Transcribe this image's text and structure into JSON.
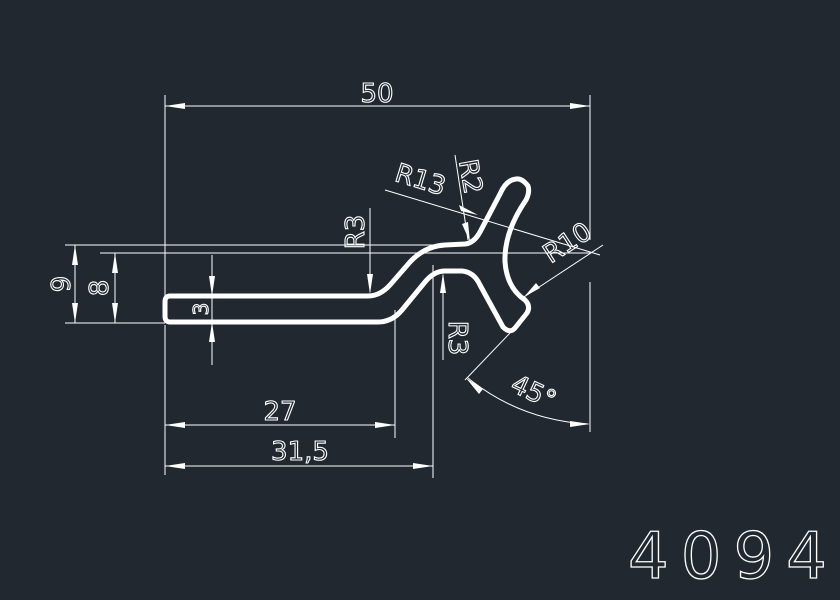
{
  "drawing": {
    "part_number": "4094",
    "dimensions": {
      "overall_width": "50",
      "height_outer": "9",
      "height_inner": "8",
      "thickness": "3",
      "length_27": "27",
      "length_31_5": "31,5",
      "radius_r13": "R13",
      "radius_r2": "R2",
      "radius_r3_upper": "R3",
      "radius_r3_lower": "R3",
      "radius_r10": "R10",
      "angle": "45°"
    }
  },
  "colors": {
    "background": "#212830",
    "lines": "#ffffff"
  }
}
